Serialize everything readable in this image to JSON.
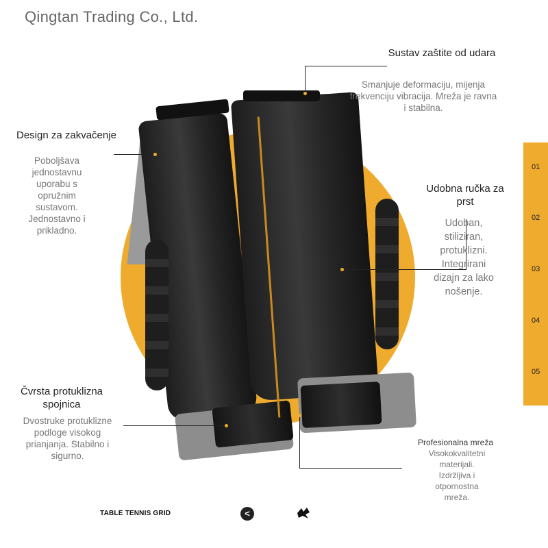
{
  "brand": "Qingtan Trading Co., Ltd.",
  "features": {
    "impact": {
      "title": "Sustav zaštite od udara",
      "desc": "Smanjuje deformaciju, mijenja frekvenciju vibracija. Mreža je ravna i stabilna."
    },
    "clamp": {
      "title": "Design za zakvačenje",
      "desc": "Poboljšava jednostavnu uporabu s opružnim sustavom. Jednostavno i prikladno."
    },
    "grip": {
      "title": "Udobna ručka za prst",
      "desc": "Udoban, stiliziran, protuklizni. Integrirani dizajn za lako nošenje."
    },
    "connector": {
      "title": "Čvrsta protuklizna spojnica",
      "desc": "Dvostruke protuklizne podloge visokog prianjanja. Stabilno i sigurno."
    },
    "net": {
      "title": "Profesionalna mreža",
      "desc": "Visokokvalitetni materijali. Izdržljiva i otpornostna mreža."
    }
  },
  "side_tabs": [
    "01",
    "02",
    "03",
    "04",
    "05"
  ],
  "footer": {
    "title": "TABLE TENNIS GRID",
    "nav_prev": "<"
  },
  "colors": {
    "accent": "#efab2e",
    "handle": "#222222",
    "text": "#666666"
  },
  "icons": {
    "nav": "chevron-left-icon",
    "logo": "brand-logo-icon"
  }
}
